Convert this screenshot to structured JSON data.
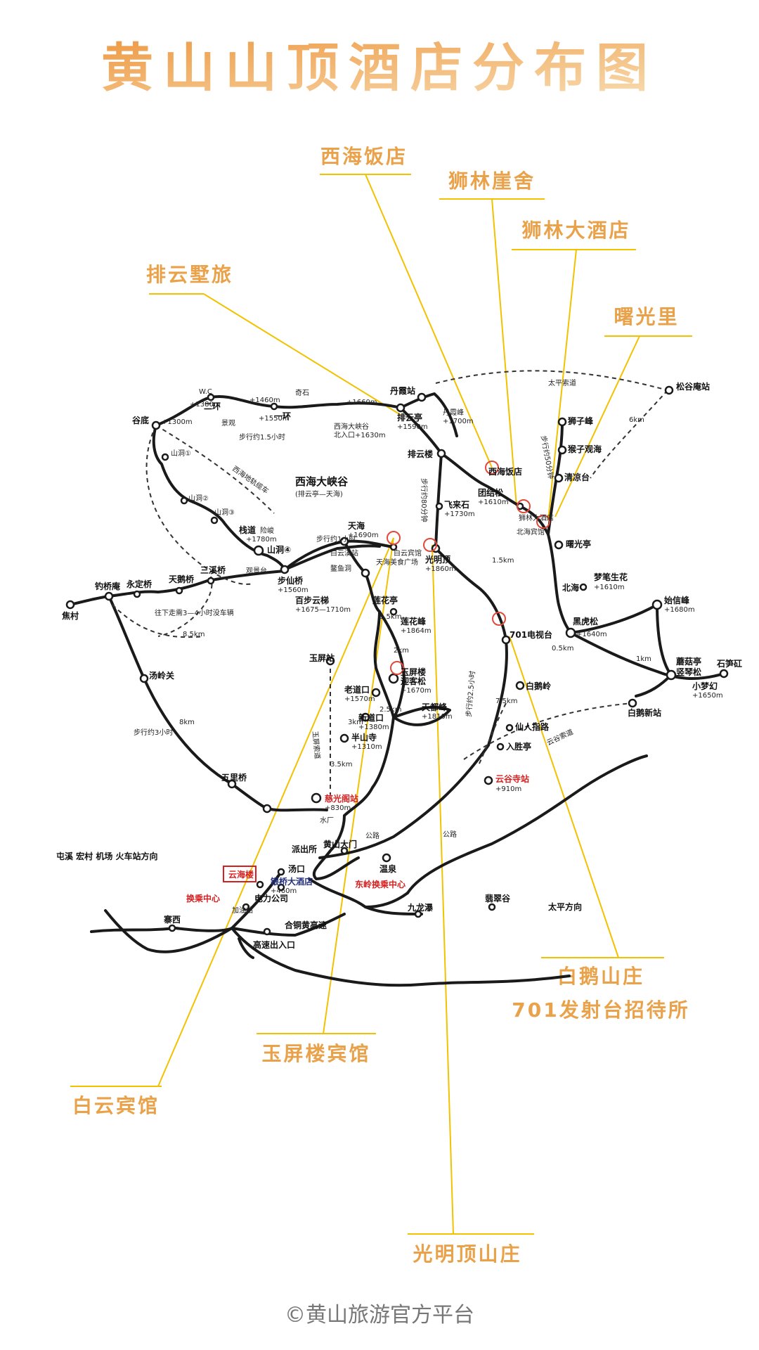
{
  "title": "黄山山顶酒店分布图",
  "copyright": "©黄山旅游官方平台",
  "colors": {
    "title_gradient_start": "#f0a04b",
    "title_gradient_end": "#f7d7a5",
    "callout": "#e9a24a",
    "callout_line": "#f2c200",
    "road": "#1a1a1a",
    "red_label": "#d42020",
    "blue_label": "#24307a"
  },
  "callouts": {
    "xihai": "西海饭店",
    "shilin_yashe": "狮林崖舍",
    "shilin_hotel": "狮林大酒店",
    "paiyun": "排云墅旅",
    "shuguangli": "曙光里",
    "baie": "白鹅山庄",
    "tower701": "701发射台招待所",
    "yuping": "玉屏楼宾馆",
    "baiyun": "白云宾馆",
    "guangming": "光明顶山庄"
  },
  "places": {
    "songgu": "松谷庵站",
    "taiping": "太平索道",
    "danxia": "丹霞站",
    "danxiafeng": "丹霞峰",
    "danxiafeng_h": "+1700m",
    "paiyunting": "排云亭",
    "paiyunting_h": "+1590m",
    "xihai_canyon": "西海大峡谷",
    "xihai_canyon2": "北入口+1630m",
    "yihuan": "一环",
    "erhuan": "二环",
    "wc": "W.C",
    "qishi": "奇石",
    "jingguan": "景观",
    "h1660": "+1660m",
    "h1460": "+1460m",
    "h1380": "+1380m",
    "h1550": "+1550m",
    "gudi": "谷底",
    "gudi_h": "+1300m",
    "walk15": "步行约1.5小时",
    "walk3": "步行约3小时",
    "shandong1": "山洞①",
    "shandong2": "山洞②",
    "shandong3": "山洞③",
    "shandong4": "山洞④",
    "zhandao": "栈道",
    "zhandao2": "险峻",
    "zhandao_h": "+1780m",
    "canyon_name": "西海大峡谷",
    "canyon_sub": "(排云亭—天海)",
    "canyon_rail": "西海地轨缆车",
    "buxian": "步仙桥",
    "buxian_h": "+1560m",
    "guanjingtai": "观景台",
    "tianhai": "天海",
    "tianhai_h": "+1690m",
    "walk1": "步行约1小时",
    "baiyun_hotel": "白云宾馆",
    "baiyunxi": "白云溪站",
    "tianhai_square": "天海美食广场",
    "aoyuting": "鳌鱼洞",
    "paiyunlou": "排云楼",
    "feilaishi": "飞来石",
    "feilaishi_h": "+1730m",
    "walk80": "步行约80分钟",
    "guangmingding": "光明顶",
    "guangmingding_h": "+1860m",
    "xihai_hotel": "西海饭店",
    "tuanjiesong": "团结松",
    "tuanjiesong_h": "+1610m",
    "shizifeng": "狮子峰",
    "shizi_guanhai": "猴子观海",
    "qingliangtai": "清凉台",
    "shilin_hotel": "狮林大酒店",
    "beihai_hotel": "北海宾馆",
    "shuguangting": "曙光亭",
    "beihai": "北海",
    "mengbi": "梦笔生花",
    "mengbi_h": "+1610m",
    "shixin": "始信峰",
    "shixin_h": "+1680m",
    "heihusong": "黑虎松",
    "heihusong_h": "+1640m",
    "mogu": "蘑菇亭",
    "qinqinsong": "竖琴松",
    "xiaomenghuan": "小梦幻",
    "xiaomenghuan_h": "+1650m",
    "shisun": "石笋矼",
    "baie_xin": "白鹅新站",
    "tv701": "701电视台",
    "baieling": "白鹅岭",
    "xianren": "仙人指路",
    "rushengting": "入胜亭",
    "walk25": "步行约2.5小时",
    "yungu_cable": "云谷索道",
    "yungusi": "云谷寺站",
    "yungusi_h": "+910m",
    "jiaocun": "焦村",
    "diaoqiao": "钓桥庵",
    "yongding": "永定桥",
    "tiane": "天鹅桥",
    "sanxi": "三溪桥",
    "walk34": "往下走需3—4小时没车辆",
    "km85": "8.5km",
    "tanglingguan": "汤岭关",
    "wulibridge": "五里桥",
    "baibuyunti": "百步云梯",
    "baibu_h": "+1675—1710m",
    "lianhuating": "莲花亭",
    "lianhuafeng": "莲花峰",
    "lianhuafeng_h": "+1864m",
    "yipingstation": "玉屏站",
    "yuping_lou": "玉屏楼",
    "yingkesong": "迎客松",
    "yingkesong_h": "+1670m",
    "laodaokou": "老道口",
    "laodaokou_h": "+1570m",
    "xindaokou": "新道口",
    "xindaokou_h": "+1380m",
    "tiandu": "天都峰",
    "tiandu_h": "+1810m",
    "banshansi": "半山寺",
    "banshansi_h": "+1310m",
    "ciguang": "慈光阁站",
    "ciguang_h": "+830m",
    "yuping_cable": "玉屏索道",
    "shuichang": "水厂",
    "gonglu": "公路",
    "gonglu2": "公路",
    "wenquan": "温泉",
    "huangshan_gate": "黄山大门",
    "paichusuo": "派出所",
    "tangkou": "汤口",
    "yinqiao": "银桥大酒店",
    "yinqiao_h": "+460m",
    "yunhailou": "云海楼",
    "huancheng": "换乘中心",
    "dongling": "东岭换乘中心",
    "dianli": "电力公司",
    "jiayouzhan": "加油站",
    "heitang": "合铜黄高速",
    "gaosu": "高速出入口",
    "zhaixi": "寨西",
    "tunxi": "屯溪 宏村 机场 火车站方向",
    "jiulongpu": "九龙瀑",
    "feicuigu": "翡翠谷",
    "taipingdir": "太平方向",
    "km15": "1.5km",
    "km2": "2km",
    "km25": "2.5km",
    "km1": "1km",
    "km05": "0.5km",
    "km15b": "1.5km",
    "km3": "3km",
    "km35": "3.5km",
    "km8": "8km",
    "km75": "7.5km",
    "km6": "6km",
    "walk50": "步行约50分钟",
    "lookout": "观景台"
  }
}
